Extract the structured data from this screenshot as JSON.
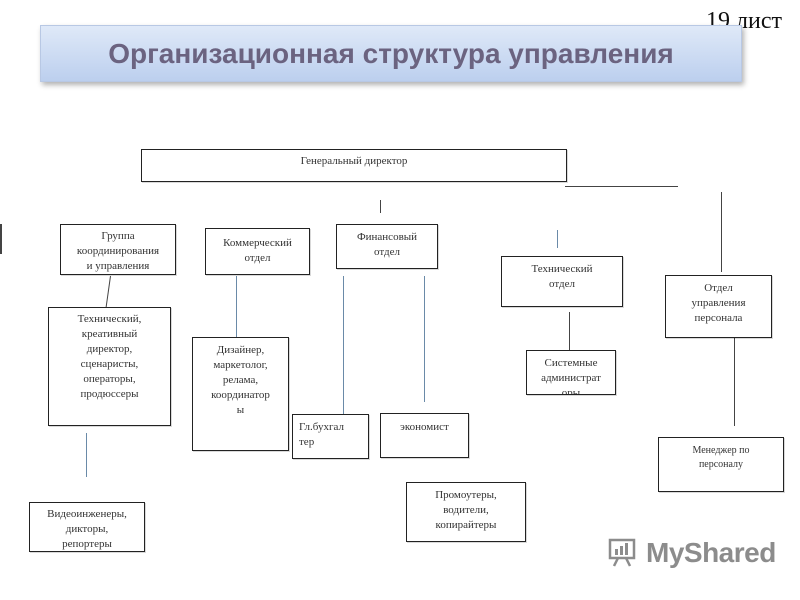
{
  "slide": {
    "number": "19 лист"
  },
  "title": "Организационная структура управления",
  "chart": {
    "director": "Генеральный директор",
    "coordination_group": "Группа\nкоординирования\nи управления",
    "commercial_dept": "Коммерческий\nотдел",
    "finance_dept": "Финансовый\nотдел",
    "technical_dept": "Технический\nотдел",
    "hr_dept": "Отдел\nуправления\nперсонала",
    "creative_staff": "Технический,\nкреативный\nдиректор,\nсценаристы,\nоператоры,\nпродюссеры",
    "designers": "Дизайнер,\nмаркетолог,\nрелама,\nкоординатор\nы",
    "chief_accountant": "Гл.бухгал\nтер",
    "economist": "экономист",
    "sysadmins": "Системные\nадминистрат\nоры",
    "hr_manager": "Менеджер по\nперсоналу",
    "video_engineers": "Видеоинженеры,\nдикторы,\nрепортеры",
    "promoters": "Промоутеры,\nводители,\nкопирайтеры"
  },
  "watermark": {
    "text": "MyShared",
    "icon": "myshared-logo-icon"
  }
}
